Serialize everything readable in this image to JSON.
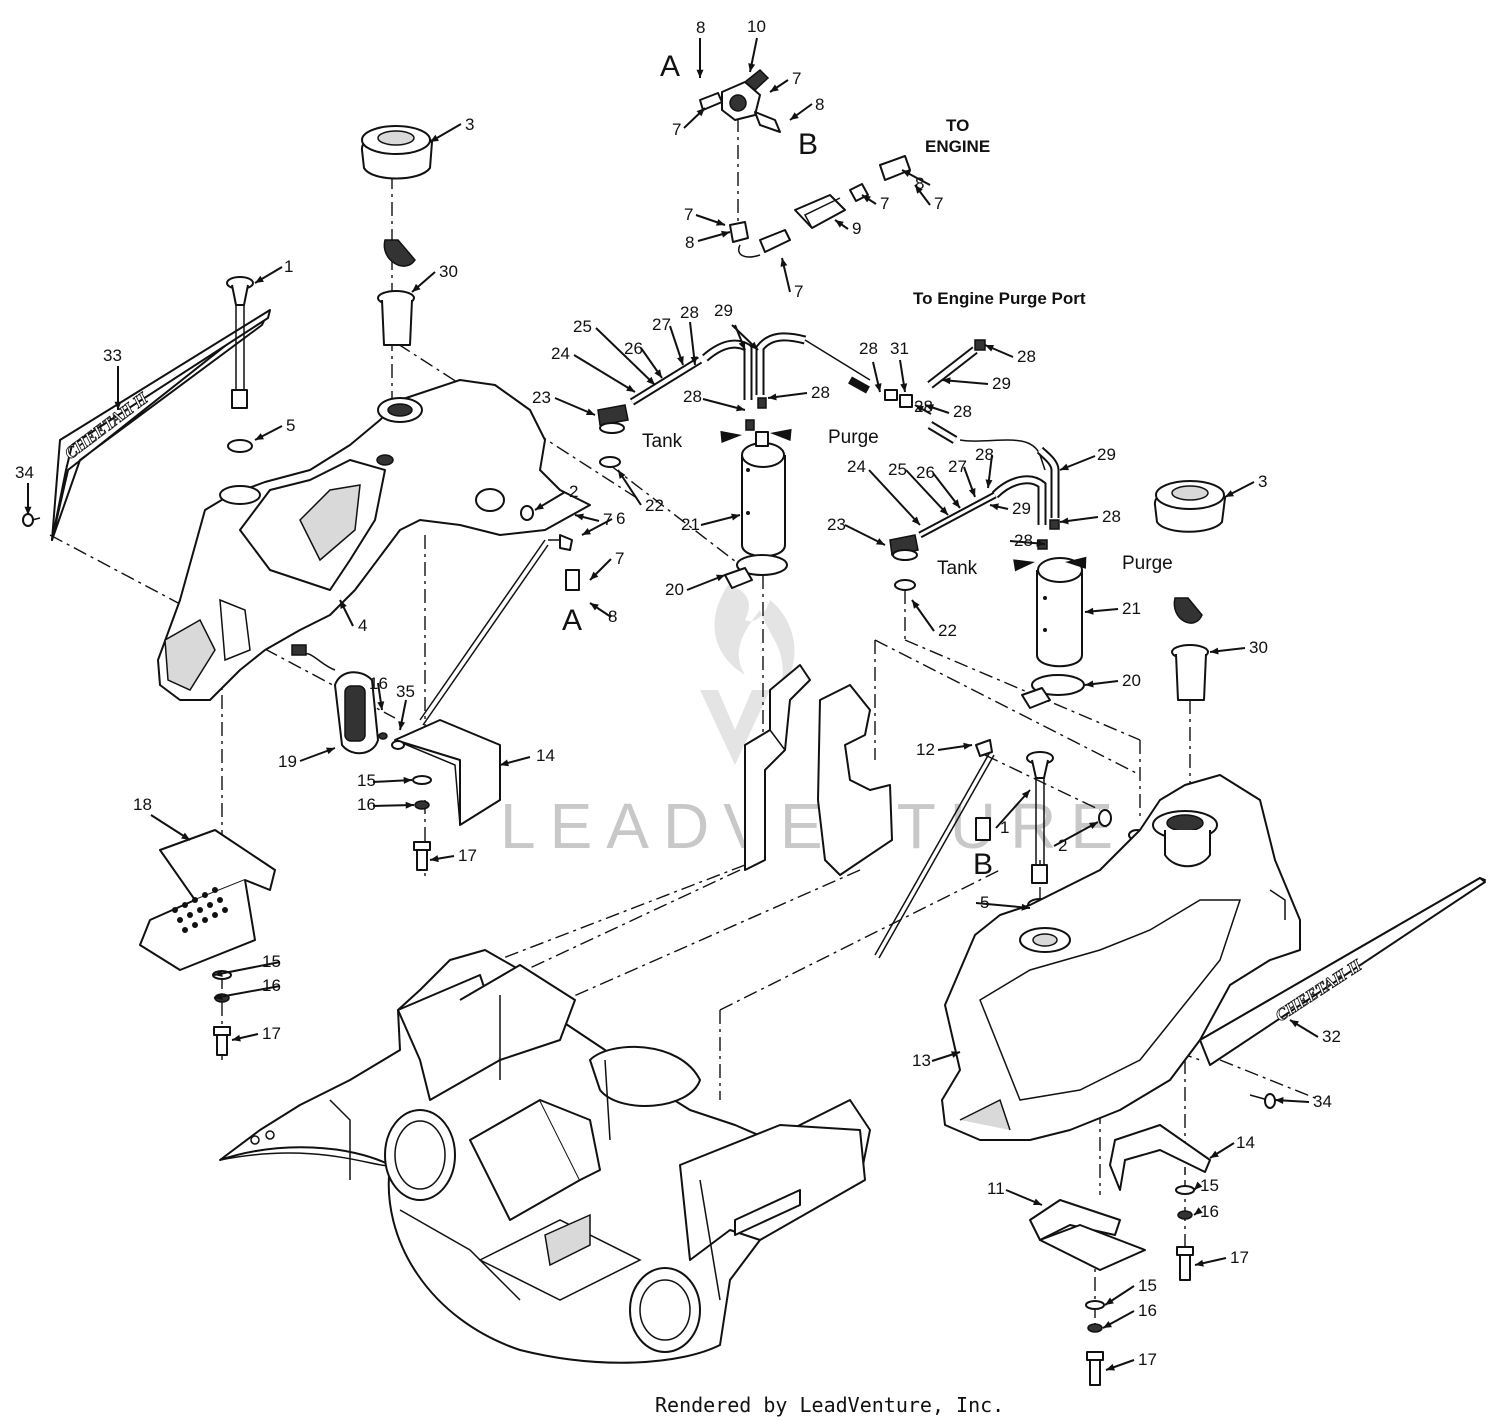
{
  "callouts": [
    {
      "n": "1"
    },
    {
      "n": "1"
    },
    {
      "n": "2"
    },
    {
      "n": "2"
    },
    {
      "n": "3"
    },
    {
      "n": "3"
    },
    {
      "n": "4"
    },
    {
      "n": "5"
    },
    {
      "n": "5"
    },
    {
      "n": "6"
    },
    {
      "n": "7"
    },
    {
      "n": "7"
    },
    {
      "n": "7"
    },
    {
      "n": "7"
    },
    {
      "n": "7"
    },
    {
      "n": "7"
    },
    {
      "n": "7"
    },
    {
      "n": "7"
    },
    {
      "n": "8"
    },
    {
      "n": "8"
    },
    {
      "n": "8"
    },
    {
      "n": "8"
    },
    {
      "n": "8"
    },
    {
      "n": "9"
    },
    {
      "n": "10"
    },
    {
      "n": "11"
    },
    {
      "n": "12"
    },
    {
      "n": "13"
    },
    {
      "n": "14"
    },
    {
      "n": "14"
    },
    {
      "n": "15"
    },
    {
      "n": "15"
    },
    {
      "n": "15"
    },
    {
      "n": "15"
    },
    {
      "n": "16"
    },
    {
      "n": "16"
    },
    {
      "n": "16"
    },
    {
      "n": "16"
    },
    {
      "n": "16"
    },
    {
      "n": "17"
    },
    {
      "n": "17"
    },
    {
      "n": "17"
    },
    {
      "n": "17"
    },
    {
      "n": "18"
    },
    {
      "n": "19"
    },
    {
      "n": "20"
    },
    {
      "n": "20"
    },
    {
      "n": "21"
    },
    {
      "n": "21"
    },
    {
      "n": "22"
    },
    {
      "n": "22"
    },
    {
      "n": "23"
    },
    {
      "n": "23"
    },
    {
      "n": "24"
    },
    {
      "n": "24"
    },
    {
      "n": "25"
    },
    {
      "n": "25"
    },
    {
      "n": "26"
    },
    {
      "n": "26"
    },
    {
      "n": "27"
    },
    {
      "n": "27"
    },
    {
      "n": "28"
    },
    {
      "n": "28"
    },
    {
      "n": "28"
    },
    {
      "n": "28"
    },
    {
      "n": "28"
    },
    {
      "n": "28"
    },
    {
      "n": "28"
    },
    {
      "n": "28"
    },
    {
      "n": "28"
    },
    {
      "n": "28"
    },
    {
      "n": "29"
    },
    {
      "n": "29"
    },
    {
      "n": "29"
    },
    {
      "n": "29"
    },
    {
      "n": "30"
    },
    {
      "n": "30"
    },
    {
      "n": "31"
    },
    {
      "n": "32"
    },
    {
      "n": "33"
    },
    {
      "n": "34"
    },
    {
      "n": "34"
    },
    {
      "n": "35"
    }
  ],
  "connector_letters": [
    {
      "text": "A"
    },
    {
      "text": "B"
    },
    {
      "text": "A"
    },
    {
      "text": "B"
    }
  ],
  "labels": {
    "to_engine_line1": "TO",
    "to_engine_line2": "ENGINE",
    "purge_port": "To Engine Purge Port",
    "tank_left": "Tank",
    "purge_left": "Purge",
    "tank_right": "Tank",
    "purge_right": "Purge"
  },
  "decals": {
    "left": "CHEETAH II",
    "right": "CHEETAH II"
  },
  "watermark": "LEADVENTURE",
  "credit": "Rendered by LeadVenture, Inc.",
  "colors": {
    "line": "#111111",
    "background": "#ffffff",
    "watermark": "#c8c8c8"
  }
}
